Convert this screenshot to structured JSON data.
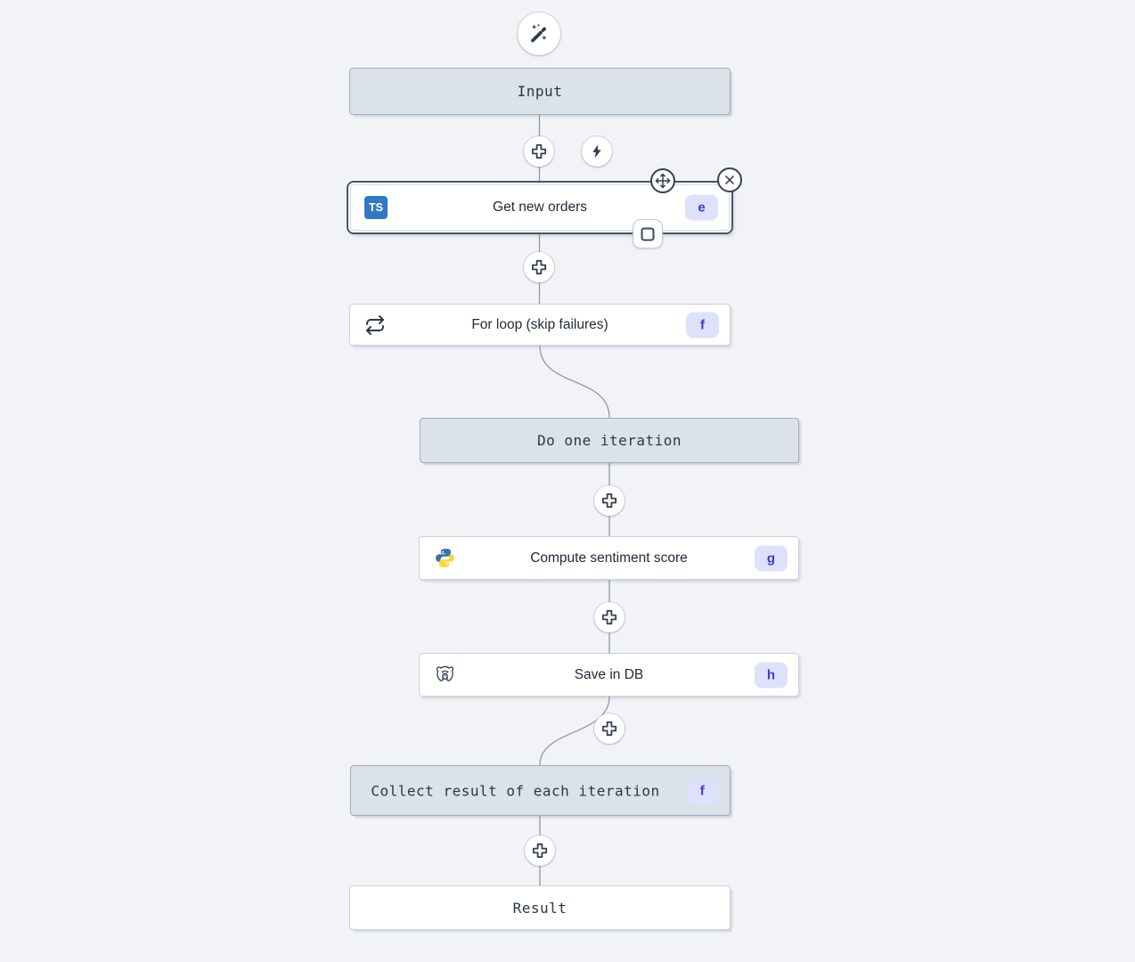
{
  "app": {
    "kind": "flow-editor-canvas"
  },
  "colors": {
    "canvas_bg": "#f1f3f6",
    "virtual_node_bg": "#dbe2ea",
    "virtual_node_border": "#a2adba",
    "white_node_bg": "#ffffff",
    "selected_border": "#4b5563",
    "edge": "#8f99a6",
    "badge_bg": "#dde1fb",
    "badge_text": "#4338ca",
    "typescript_blue": "#3178c6",
    "python_blue": "#3776ab",
    "python_yellow": "#ffd43b"
  },
  "icons": {
    "wand": "magic-wand-icon",
    "plus": "plus-icon",
    "lightning": "lightning-bolt-icon",
    "move": "move-arrows-icon",
    "close": "close-x-icon",
    "frame": "frame-square-icon",
    "repeat": "repeat-loop-icon",
    "python": "python-logo-icon",
    "postgresql": "postgresql-elephant-icon",
    "ts_label": "TS"
  },
  "nodes": [
    {
      "id": "input",
      "label": "Input",
      "kind": "virtual"
    },
    {
      "id": "get-new-orders",
      "label": "Get new orders",
      "badge": "e",
      "language": "typescript",
      "selected": true
    },
    {
      "id": "for-loop",
      "label": "For loop (skip failures)",
      "badge": "f",
      "kind": "forloop"
    },
    {
      "id": "do-one-iteration",
      "label": "Do one iteration",
      "kind": "virtual"
    },
    {
      "id": "compute-sentiment-score",
      "label": "Compute sentiment score",
      "badge": "g",
      "language": "python"
    },
    {
      "id": "save-in-db",
      "label": "Save in DB",
      "badge": "h",
      "language": "postgresql"
    },
    {
      "id": "collect-result",
      "label": "Collect result of each iteration",
      "badge": "f",
      "kind": "virtual"
    },
    {
      "id": "result",
      "label": "Result",
      "kind": "virtual-white"
    }
  ]
}
